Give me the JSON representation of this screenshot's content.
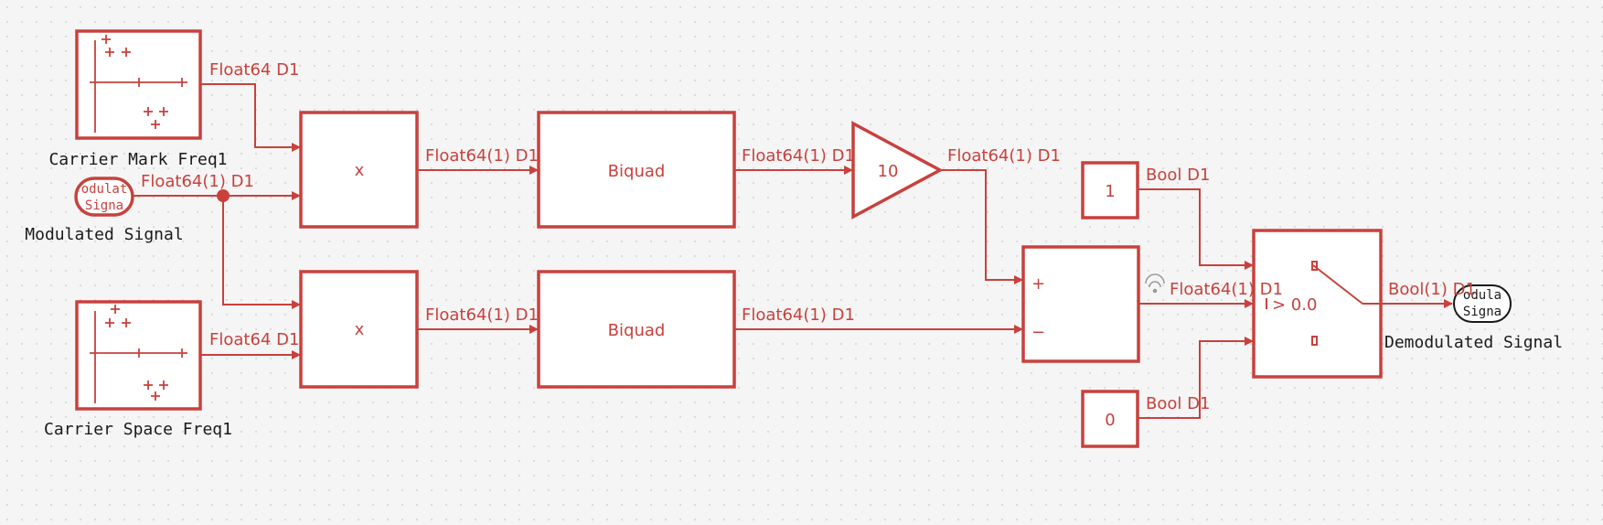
{
  "colors": {
    "accent": "#c8413d",
    "canvas": "#f5f5f5",
    "text": "#1a1a1a"
  },
  "blocks": {
    "carrier_mark": {
      "label": "Carrier Mark Freq1",
      "icon": "scope-plot-icon"
    },
    "carrier_space": {
      "label": "Carrier Space Freq1",
      "icon": "scope-plot-icon"
    },
    "modulated_in": {
      "label": "Modulated Signal",
      "port_text_1": "odulat",
      "port_text_2": "Signa"
    },
    "demod_out": {
      "label": "Demodulated Signal",
      "port_text_1": "odula",
      "port_text_2": "Signa"
    },
    "product_top": {
      "text": "x"
    },
    "product_bottom": {
      "text": "x"
    },
    "biquad_top": {
      "text": "Biquad"
    },
    "biquad_bottom": {
      "text": "Biquad"
    },
    "gain": {
      "text": "10"
    },
    "const_one": {
      "text": "1"
    },
    "const_zero": {
      "text": "0"
    },
    "sum": {
      "plus": "+",
      "minus": "−"
    },
    "switch": {
      "threshold": "> 0.0"
    }
  },
  "signals": {
    "mark_out": "Float64 D1",
    "space_out": "Float64 D1",
    "mod_out": "Float64(1) D1",
    "prod_top_out": "Float64(1) D1",
    "prod_bottom_out": "Float64(1) D1",
    "biquad_top_out": "Float64(1) D1",
    "biquad_bottom_out": "Float64(1) D1",
    "gain_out": "Float64(1) D1",
    "one_out": "Bool D1",
    "zero_out": "Bool D1",
    "sum_out": "Float64(1) D1",
    "switch_out": "Bool(1) D1"
  }
}
